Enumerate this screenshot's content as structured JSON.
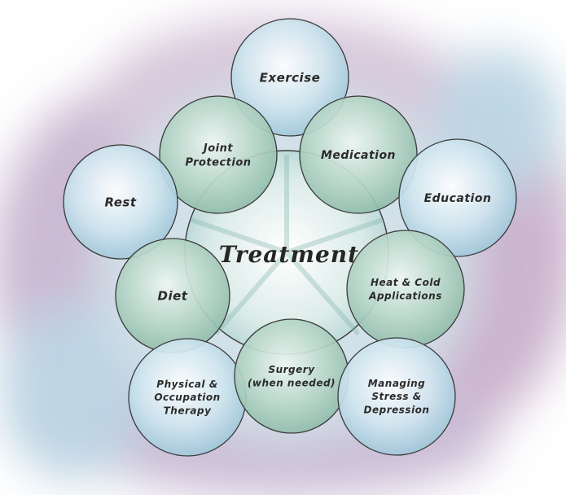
{
  "center": {
    "label": "Treatment"
  },
  "nodes": [
    {
      "id": "exercise",
      "lines": [
        "Exercise"
      ]
    },
    {
      "id": "joint-protection",
      "lines": [
        "Joint",
        "Protection"
      ]
    },
    {
      "id": "medication",
      "lines": [
        "Medication"
      ]
    },
    {
      "id": "rest",
      "lines": [
        "Rest"
      ]
    },
    {
      "id": "education",
      "lines": [
        "Education"
      ]
    },
    {
      "id": "diet",
      "lines": [
        "Diet"
      ]
    },
    {
      "id": "heat-cold",
      "lines": [
        "Heat & Cold",
        "Applications"
      ]
    },
    {
      "id": "physical-therapy",
      "lines": [
        "Physical &",
        "Occupation",
        "Therapy"
      ]
    },
    {
      "id": "surgery",
      "lines": [
        "Surgery",
        "(when needed)"
      ]
    },
    {
      "id": "stress",
      "lines": [
        "Managing",
        "Stress &",
        "Depression"
      ]
    }
  ],
  "colors": {
    "green": "#9cc4b4",
    "green_light": "#c9e0d6",
    "blue": "#a9cfe0",
    "blue_light": "#d9ebf3",
    "wash_purple": "#b497b8",
    "wash_blue": "#9fc3d8",
    "outline": "#3a3a3a"
  }
}
